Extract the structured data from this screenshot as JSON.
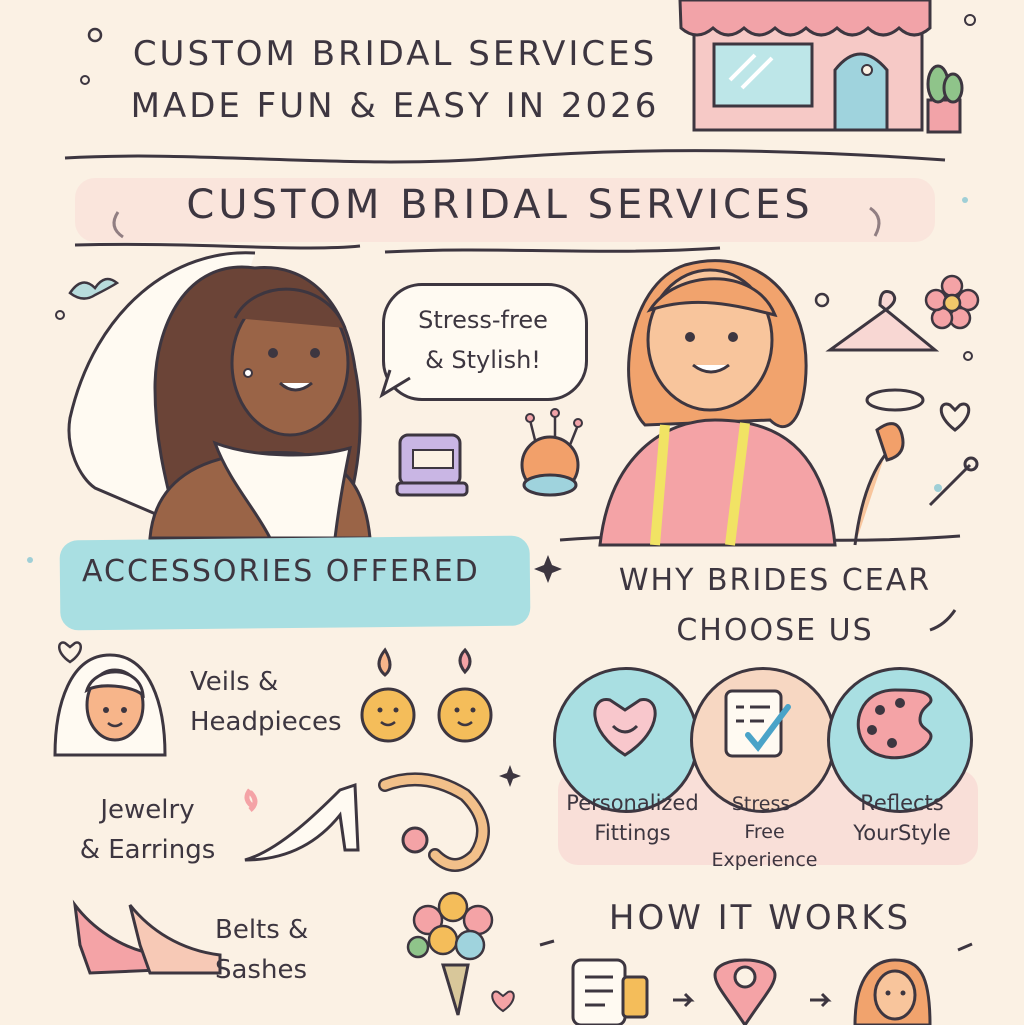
{
  "header": {
    "title_line1": "CUSTOM BRIDAL SERVICES",
    "title_line2": "MADE FUN & EASY IN 2026"
  },
  "main": {
    "section_title": "CUSTOM BRIDAL SERVICES",
    "speech_bubble_line1": "Stress-free",
    "speech_bubble_line2": "& Stylish!"
  },
  "accessories": {
    "title": "ACCESSORIES OFFERED",
    "items": [
      {
        "line1": "Veils &",
        "line2": "Headpieces",
        "icon": "veil-icon"
      },
      {
        "line1": "Jewelry",
        "line2": "& Earrings",
        "icon": "shoe-icon"
      },
      {
        "line1": "Belts &",
        "line2": "Sashes",
        "icon": "heels-icon"
      }
    ]
  },
  "why": {
    "title_line1": "WHY BRIDES CEAR",
    "title_line2": "CHOOSE US",
    "items": [
      {
        "line1": "Personalized",
        "line2": "Fittings",
        "line3": "",
        "icon": "heart-icon"
      },
      {
        "line1": "Stress-",
        "line2": "Free",
        "line3": "Experience",
        "icon": "checklist-icon"
      },
      {
        "line1": "Reflects",
        "line2": "YourStyle",
        "line3": "",
        "icon": "palette-icon"
      }
    ]
  },
  "how": {
    "title": "HOW IT WORKS",
    "steps": [
      "phone-icon",
      "location-pin-icon",
      "bride-icon"
    ]
  },
  "colors": {
    "background": "#fbf1e4",
    "banner_teal": "#a9dfe2",
    "pink_wash": "#f8d7d3",
    "ink": "#3d3640"
  }
}
